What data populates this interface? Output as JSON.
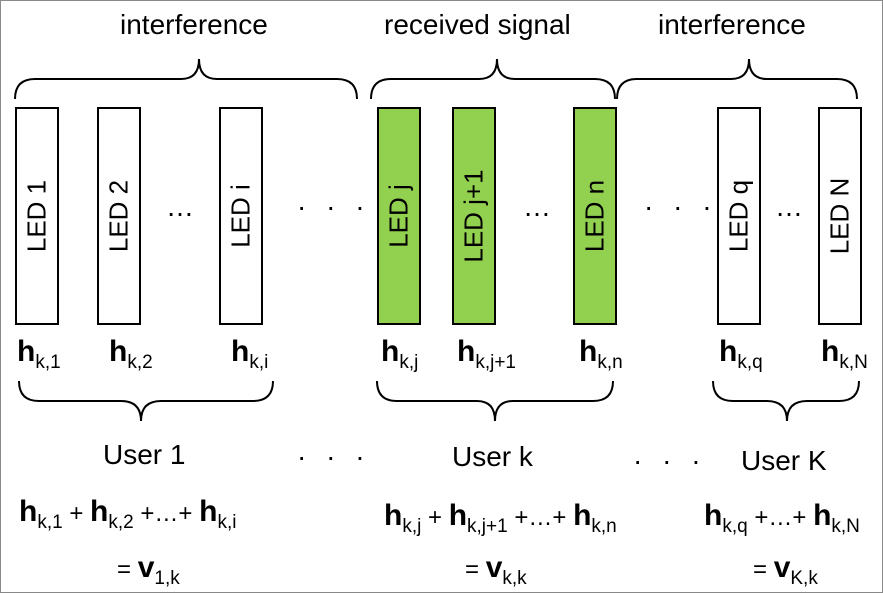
{
  "labels": {
    "interference_left": "interference",
    "received": "received signal",
    "interference_right": "interference"
  },
  "leds": [
    {
      "label": "LED 1",
      "color": "white"
    },
    {
      "label": "LED 2",
      "color": "white"
    },
    {
      "label": "LED i",
      "color": "white"
    },
    {
      "label": "LED j",
      "color": "green"
    },
    {
      "label": "LED j+1",
      "color": "green"
    },
    {
      "label": "LED n",
      "color": "green"
    },
    {
      "label": "LED q",
      "color": "white"
    },
    {
      "label": "LED N",
      "color": "white"
    }
  ],
  "h_labels": [
    {
      "base": "h",
      "sub": "k,1"
    },
    {
      "base": "h",
      "sub": "k,2"
    },
    {
      "base": "h",
      "sub": "k,i"
    },
    {
      "base": "h",
      "sub": "k,j"
    },
    {
      "base": "h",
      "sub": "k,j+1"
    },
    {
      "base": "h",
      "sub": "k,n"
    },
    {
      "base": "h",
      "sub": "k,q"
    },
    {
      "base": "h",
      "sub": "k,N"
    }
  ],
  "ellipsis": "· · ·",
  "ellipsis_small": "…",
  "users": [
    "User 1",
    "User k",
    "User K"
  ],
  "sums": {
    "u1": {
      "a": "k,1",
      "b": "k,2",
      "mid": "+…+",
      "c": "k,i",
      "v": "1,k"
    },
    "uk": {
      "a": "k,j",
      "b": "k,j+1",
      "mid": "+…+",
      "c": "k,n",
      "v": "k,k"
    },
    "uK": {
      "a": "k,q",
      "mid": "+…+",
      "c": "k,N",
      "v": "K,k"
    }
  },
  "colors": {
    "led_green": "#92d050",
    "stroke": "#000000"
  }
}
